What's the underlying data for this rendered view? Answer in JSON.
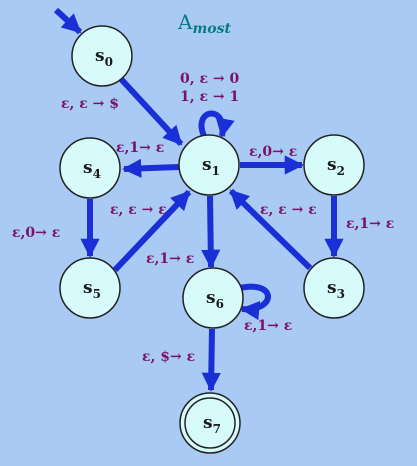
{
  "title": {
    "main": "A",
    "sub": "most"
  },
  "colors": {
    "background": "#a8caf4",
    "edge": "#1a2fd6",
    "state_fill": "#d7fbfa",
    "state_stroke": "#222222",
    "label": "#7a1068",
    "title": "#0a7a80"
  },
  "states": [
    {
      "id": "s0",
      "letter": "s",
      "index": "0"
    },
    {
      "id": "s1",
      "letter": "s",
      "index": "1"
    },
    {
      "id": "s2",
      "letter": "s",
      "index": "2"
    },
    {
      "id": "s3",
      "letter": "s",
      "index": "3"
    },
    {
      "id": "s4",
      "letter": "s",
      "index": "4"
    },
    {
      "id": "s5",
      "letter": "s",
      "index": "5"
    },
    {
      "id": "s6",
      "letter": "s",
      "index": "6"
    },
    {
      "id": "s7",
      "letter": "s",
      "index": "7",
      "accepting": true
    }
  ],
  "start_state": "s0",
  "transitions": [
    {
      "from": "s0",
      "to": "s1",
      "label": "ε, ε → $"
    },
    {
      "from": "s1",
      "to": "s1",
      "label": "0, ε → 0"
    },
    {
      "from": "s1",
      "to": "s1",
      "label": "1, ε → 1"
    },
    {
      "from": "s1",
      "to": "s4",
      "label": "ε,1→ ε"
    },
    {
      "from": "s1",
      "to": "s2",
      "label": "ε,0→ ε"
    },
    {
      "from": "s4",
      "to": "s5",
      "label": "ε,0→ ε"
    },
    {
      "from": "s5",
      "to": "s1",
      "label": "ε, ε → ε"
    },
    {
      "from": "s2",
      "to": "s3",
      "label": "ε,1→ ε"
    },
    {
      "from": "s3",
      "to": "s1",
      "label": "ε, ε → ε"
    },
    {
      "from": "s1",
      "to": "s6",
      "label": "ε,1→ ε"
    },
    {
      "from": "s6",
      "to": "s6",
      "label": "ε,1→ ε"
    },
    {
      "from": "s6",
      "to": "s7",
      "label": "ε, $→ ε"
    }
  ]
}
